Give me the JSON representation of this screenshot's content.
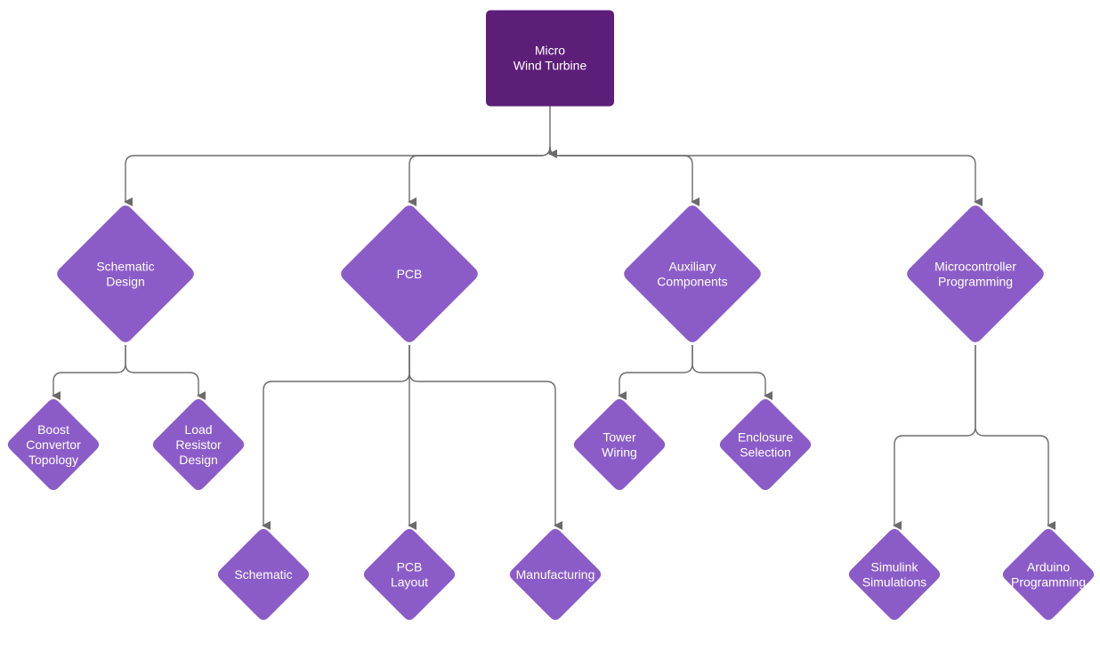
{
  "colors": {
    "root_fill": "#5c1e78",
    "node_fill": "#8b5cc8",
    "connector": "#6b6b6b",
    "text": "#ffffff"
  },
  "root": {
    "lines": [
      "Micro",
      "Wind Turbine"
    ]
  },
  "categories": [
    {
      "id": "schematic-design",
      "lines": [
        "Schematic",
        "Design"
      ]
    },
    {
      "id": "pcb",
      "lines": [
        "PCB"
      ]
    },
    {
      "id": "auxiliary-components",
      "lines": [
        "Auxiliary",
        "Components"
      ]
    },
    {
      "id": "microcontroller-programming",
      "lines": [
        "Microcontroller",
        "Programming"
      ]
    }
  ],
  "tasks": [
    {
      "id": "boost-convertor-topology",
      "parent": "schematic-design",
      "lines": [
        "Boost",
        "Convertor",
        "Topology"
      ]
    },
    {
      "id": "load-resistor-design",
      "parent": "schematic-design",
      "lines": [
        "Load",
        "Resistor",
        "Design"
      ]
    },
    {
      "id": "schematic",
      "parent": "pcb",
      "lines": [
        "Schematic"
      ]
    },
    {
      "id": "pcb-layout",
      "parent": "pcb",
      "lines": [
        "PCB",
        "Layout"
      ]
    },
    {
      "id": "manufacturing",
      "parent": "pcb",
      "lines": [
        "Manufacturing"
      ]
    },
    {
      "id": "tower-wiring",
      "parent": "auxiliary-components",
      "lines": [
        "Tower",
        "Wiring"
      ]
    },
    {
      "id": "enclosure-selection",
      "parent": "auxiliary-components",
      "lines": [
        "Enclosure",
        "Selection"
      ]
    },
    {
      "id": "simulink-simulations",
      "parent": "microcontroller-programming",
      "lines": [
        "Simulink",
        "Simulations"
      ]
    },
    {
      "id": "arduino-programming",
      "parent": "microcontroller-programming",
      "lines": [
        "Arduino",
        "Programming"
      ]
    }
  ]
}
